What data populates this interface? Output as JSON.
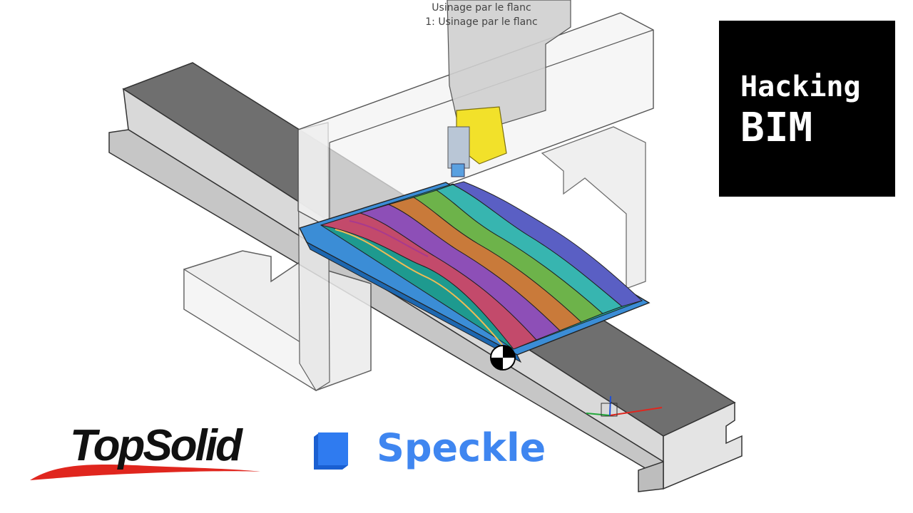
{
  "viewport": {
    "operation_title": "Usinage par le flanc",
    "operation_item": "1: Usinage par le flanc"
  },
  "badge": {
    "line1": "Hacking",
    "line2": "BIM"
  },
  "logos": {
    "topsolid": "TopSolid",
    "speckle": "Speckle"
  },
  "colors": {
    "speckle_blue": "#3f86f0",
    "topsolid_red": "#e0261e",
    "badge_bg": "#000000",
    "spindle_yellow": "#f2e12a"
  }
}
